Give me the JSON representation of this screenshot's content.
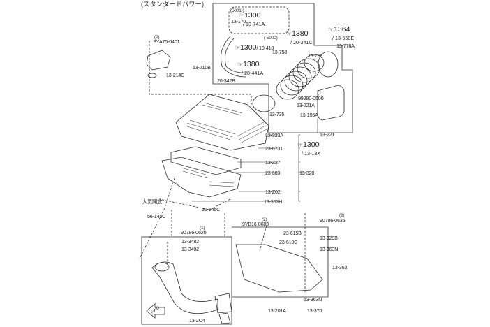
{
  "diagram": {
    "title": "(スタンダードパワー)",
    "fresh_air_label": "大気開放",
    "fwd_label": "FWD",
    "colors": {
      "line": "#2b2b2b",
      "background": "#ffffff"
    },
    "serial_range": "(5001-)",
    "serial_range_2": "(-5000)",
    "references": [
      {
        "page": "1300",
        "part": "/ 13-741A"
      },
      {
        "page": "1380",
        "part": "/ 20-341C"
      },
      {
        "page": "1364",
        "part": "/ 13-650E"
      },
      {
        "page": "1300",
        "part": "/ 10-410"
      },
      {
        "page": "1380",
        "part": "/ 20-441A"
      },
      {
        "page": "1300",
        "part": "/ 13-13X"
      }
    ],
    "parts": [
      {
        "id": "9YA75-0401",
        "qty": "(2)"
      },
      {
        "id": "13-210B"
      },
      {
        "id": "13-214C"
      },
      {
        "id": "13-170"
      },
      {
        "id": "13-758"
      },
      {
        "id": "13-758b",
        "text": "13-758"
      },
      {
        "id": "13-776A"
      },
      {
        "id": "20-342B"
      },
      {
        "id": "99280-0500",
        "qty": "(1)"
      },
      {
        "id": "13-221A"
      },
      {
        "id": "13-195A"
      },
      {
        "id": "13-221"
      },
      {
        "id": "13-735"
      },
      {
        "id": "13-323A"
      },
      {
        "id": "23-6731"
      },
      {
        "id": "13-Z27"
      },
      {
        "id": "23-603"
      },
      {
        "id": "13-320"
      },
      {
        "id": "13-Z02"
      },
      {
        "id": "13-363H"
      },
      {
        "id": "56-145C"
      },
      {
        "id": "56-145C-b",
        "text": "56-145C"
      },
      {
        "id": "90786-0620",
        "qty": "(1)"
      },
      {
        "id": "13-3482"
      },
      {
        "id": "13-3492"
      },
      {
        "id": "9YB16-0603",
        "qty": "(2)"
      },
      {
        "id": "23-615B"
      },
      {
        "id": "23-610C"
      },
      {
        "id": "90786-0635",
        "qty": "(2)"
      },
      {
        "id": "13-329B"
      },
      {
        "id": "13-363N"
      },
      {
        "id": "13-363"
      },
      {
        "id": "13-363N-b",
        "text": "13-363N"
      },
      {
        "id": "13-370"
      },
      {
        "id": "13-201A"
      },
      {
        "id": "13-2C4"
      }
    ]
  }
}
